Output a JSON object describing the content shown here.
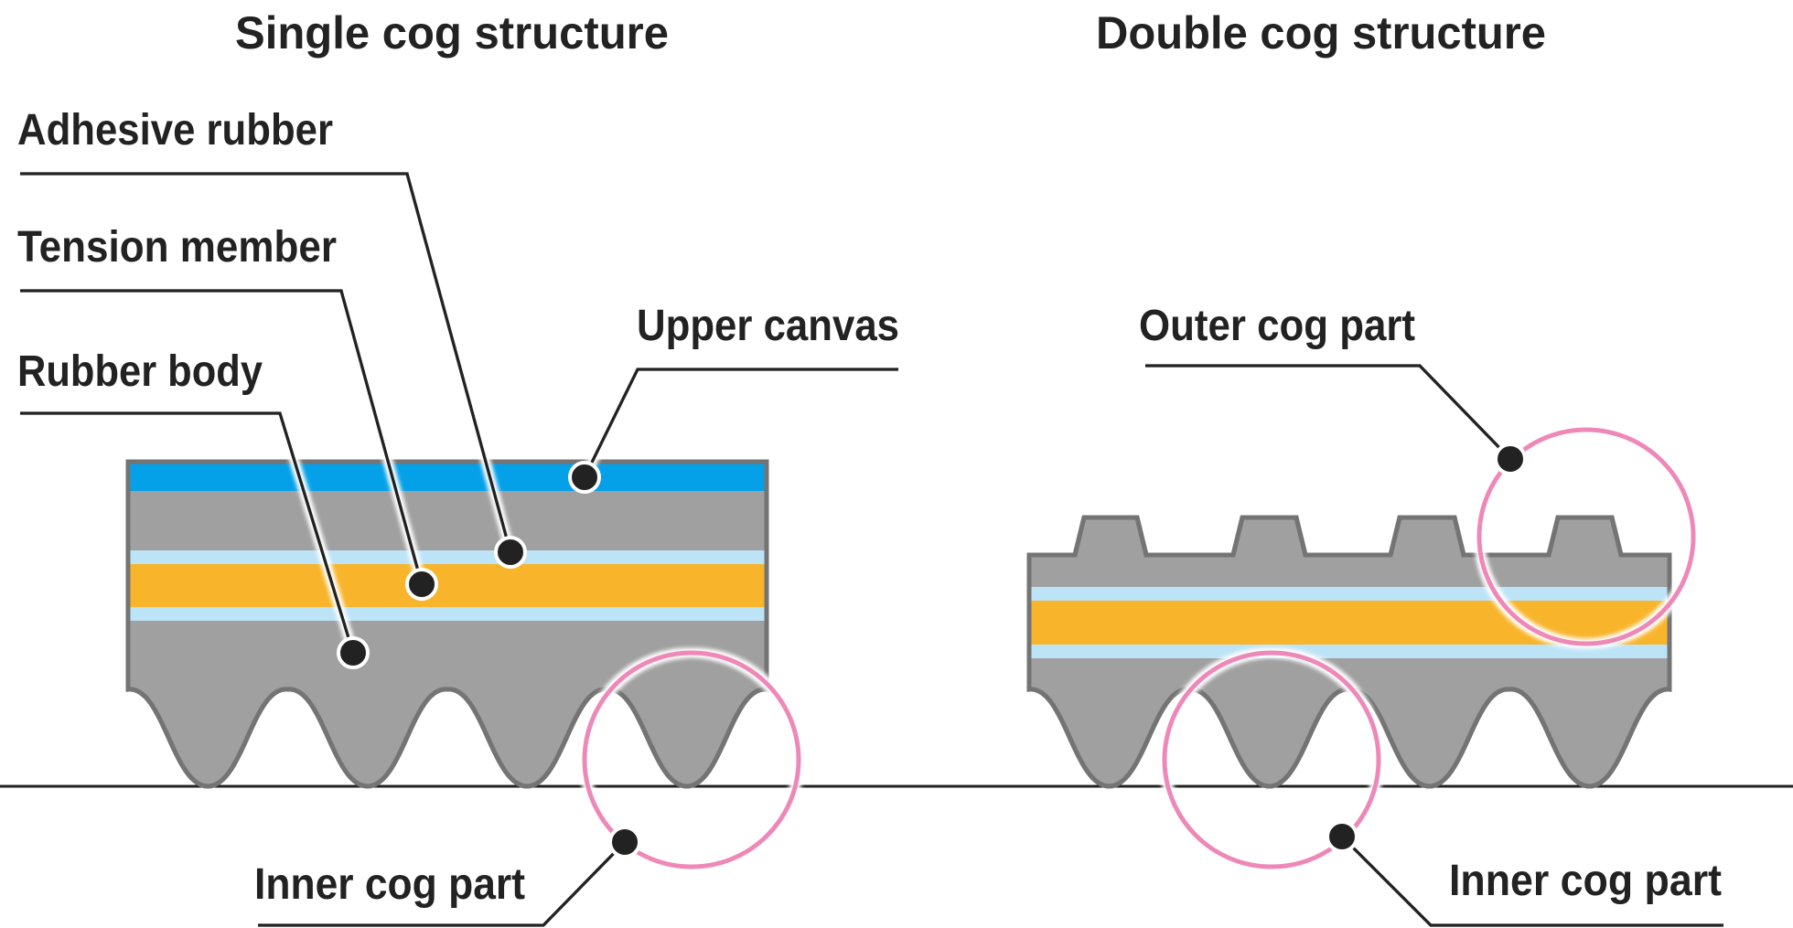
{
  "titles": {
    "single": "Single cog structure",
    "double": "Double cog structure"
  },
  "labels": {
    "adhesive_rubber": "Adhesive rubber",
    "tension_member": "Tension member",
    "rubber_body": "Rubber body",
    "upper_canvas": "Upper canvas",
    "inner_cog_single": "Inner cog part",
    "outer_cog": "Outer cog part",
    "inner_cog_double": "Inner cog part"
  },
  "colors": {
    "rubber": "#a0a0a0",
    "outline": "#747474",
    "upper_canvas": "#05a1e8",
    "adhesive_rubber": "#bde3f7",
    "tension_member": "#f8b52c",
    "highlight_circle": "#ee88b8",
    "leader": "#222222",
    "text": "#222222"
  }
}
